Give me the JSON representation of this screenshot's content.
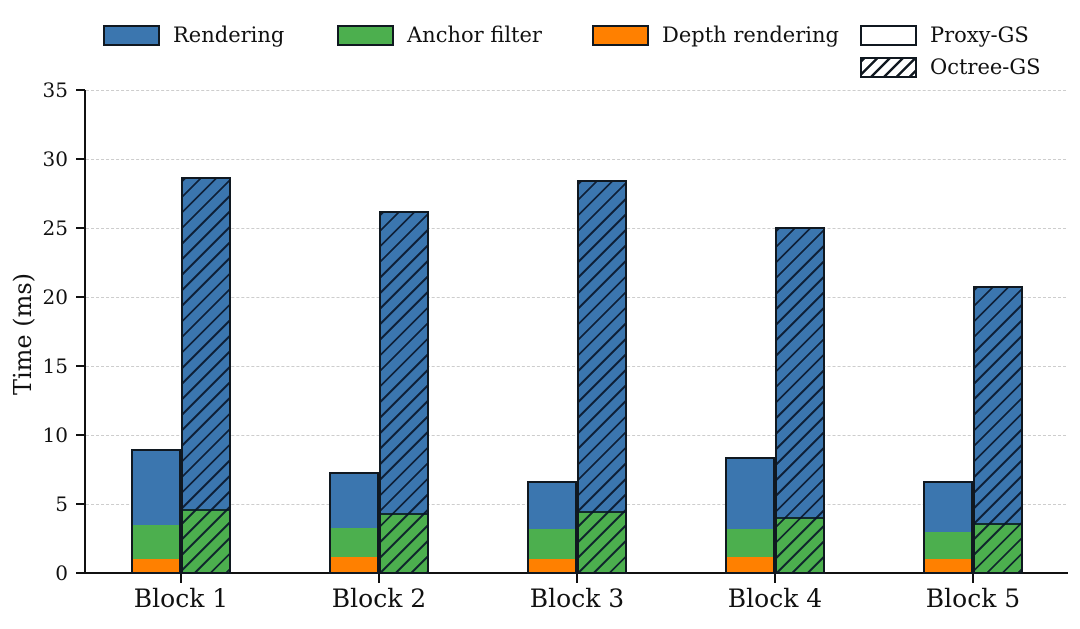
{
  "figure": {
    "background": "#ffffff"
  },
  "chart_data": {
    "type": "bar",
    "subtype": "grouped-stacked",
    "title": "",
    "xlabel": "",
    "ylabel": "Time (ms)",
    "ylim": [
      0,
      35
    ],
    "yticks": [
      0,
      5,
      10,
      15,
      20,
      25,
      30,
      35
    ],
    "grid": "horizontal-dashed",
    "legend_position": "top",
    "categories": [
      "Block 1",
      "Block 2",
      "Block 3",
      "Block 4",
      "Block 5"
    ],
    "colors": {
      "rendering": "#3b76af",
      "anchor_filter": "#4caf4e",
      "depth_rendering": "#ff8000",
      "bar_edge": "#101820",
      "hatch": "#101820",
      "grid": "#cdcdcd"
    },
    "legend": [
      {
        "label": "Rendering",
        "swatch": "rendering"
      },
      {
        "label": "Anchor filter",
        "swatch": "anchor_filter"
      },
      {
        "label": "Depth rendering",
        "swatch": "depth_rendering"
      },
      {
        "label": "Proxy-GS",
        "swatch": "plain"
      },
      {
        "label": "Octree-GS",
        "swatch": "hatched"
      }
    ],
    "stack_order_bottom_to_top": [
      "depth_rendering",
      "anchor_filter",
      "rendering"
    ],
    "series": [
      {
        "name": "Proxy-GS",
        "style": "plain",
        "stacks": {
          "depth_rendering": [
            1.0,
            1.1,
            1.0,
            1.1,
            1.0
          ],
          "anchor_filter": [
            2.5,
            2.2,
            2.2,
            2.1,
            2.0
          ],
          "rendering": [
            5.5,
            4.0,
            3.5,
            5.2,
            3.7
          ]
        },
        "totals": [
          9.0,
          7.3,
          6.7,
          8.4,
          6.7
        ]
      },
      {
        "name": "Octree-GS",
        "style": "hatched",
        "stacks": {
          "depth_rendering": [
            0,
            0,
            0,
            0,
            0
          ],
          "anchor_filter": [
            4.5,
            4.2,
            4.3,
            3.9,
            3.5
          ],
          "rendering": [
            24.2,
            22.0,
            24.2,
            21.2,
            17.3
          ]
        },
        "totals": [
          28.7,
          26.2,
          28.5,
          25.1,
          20.8
        ]
      }
    ]
  }
}
